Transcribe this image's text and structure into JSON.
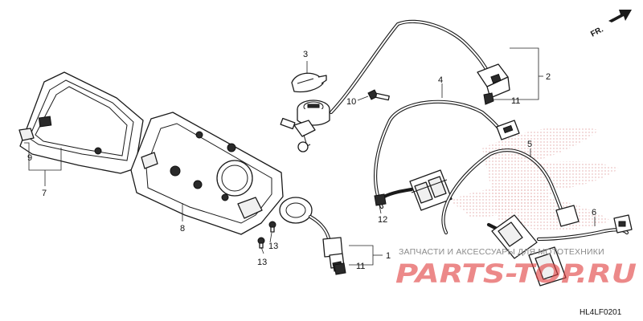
{
  "diagram": {
    "direction_label": "FR.",
    "diagram_code": "HL4LF0201",
    "callouts": {
      "c1": "1",
      "c2": "2",
      "c3": "3",
      "c4": "4",
      "c5": "5",
      "c6": "6",
      "c7": "7",
      "c8": "8",
      "c9": "9",
      "c10": "10",
      "c11a": "11",
      "c11b": "11",
      "c12": "12",
      "c13a": "13",
      "c13b": "13"
    }
  },
  "watermark": {
    "caption": "ЗАПЧАСТИ И АКСЕССУАРЫ ДЛЯ МОТОТЕХНИКИ",
    "logo": "PARTS-TOP.RU"
  },
  "colors": {
    "line": "#1a1a1a",
    "watermark_logo": "#e04040",
    "watermark_text": "#8a8a8a"
  }
}
